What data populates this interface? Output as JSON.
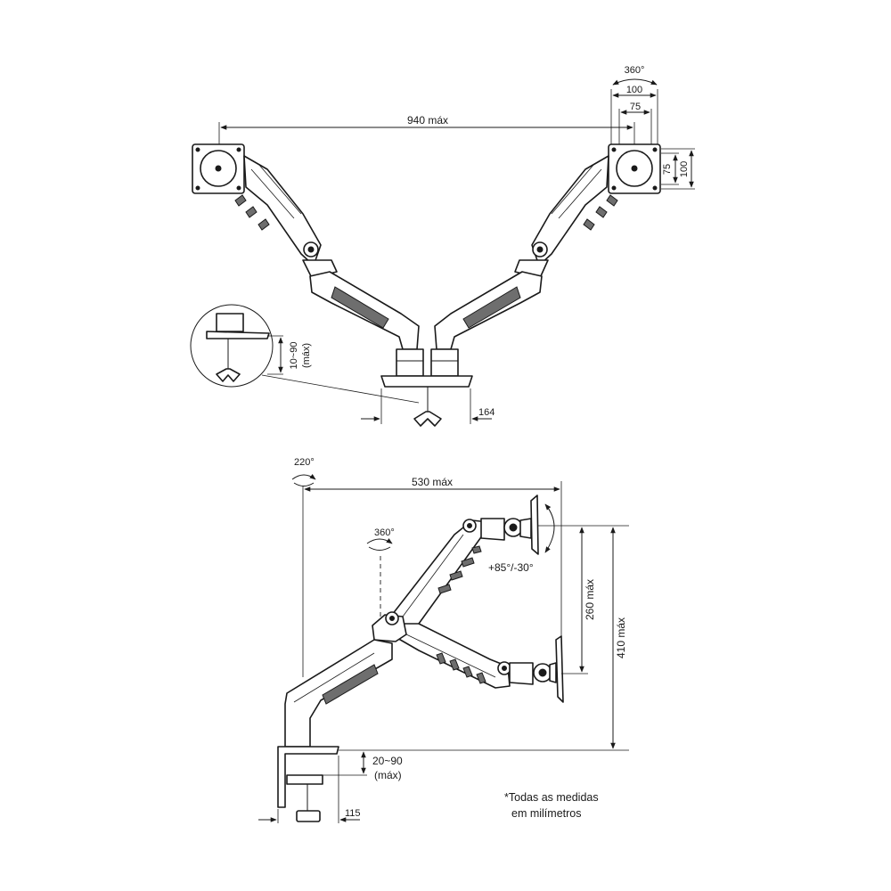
{
  "top_view": {
    "span_label": "940 máx",
    "rotation_label": "360°",
    "vesa_outer_label": "100",
    "vesa_inner_label": "75",
    "vesa_vertical_inner_label": "75",
    "vesa_vertical_outer_label": "100",
    "clamp_thickness_label": "10~90",
    "clamp_thickness_note": "(máx)",
    "base_depth_label": "164"
  },
  "side_view": {
    "pan_label": "220°",
    "reach_label": "530 máx",
    "swivel_label": "360°",
    "tilt_label": "+85°/-30°",
    "height_travel_label": "260 máx",
    "height_total_label": "410 máx",
    "clamp_thickness_label": "20~90",
    "clamp_thickness_note": "(máx)",
    "base_depth_label": "115"
  },
  "footnote": {
    "line1": "*Todas as medidas",
    "line2": "em milímetros"
  }
}
